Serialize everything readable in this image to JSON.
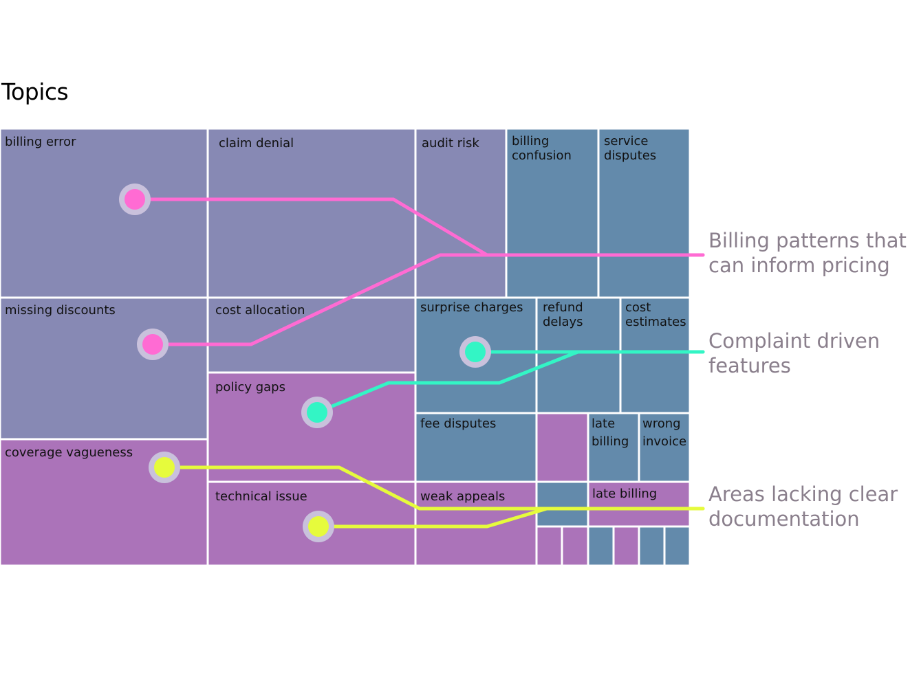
{
  "heading": "Topics",
  "colors": {
    "group_lavender": "#8789b4",
    "group_steel": "#638aab",
    "group_purple": "#ab73b9",
    "billing_line": "#ff6bd3",
    "feature_line": "#33f5c5",
    "documentation_line": "#e6fb3c",
    "marker_halo": "#c9c1dc",
    "callout_text": "#8a7f8c"
  },
  "tiles": {
    "billing_error": "billing error",
    "claim_denial": "claim denial",
    "audit_risk": "audit risk",
    "billing_confusion": [
      "billing",
      "confusion"
    ],
    "service_disputes": [
      "service",
      "disputes"
    ],
    "missing_discounts": "missing discounts",
    "cost_allocation": "cost allocation",
    "surprise_charges": "surprise charges",
    "refund_delays": [
      "refund",
      "delays"
    ],
    "cost_estimates": [
      "cost",
      "estimates"
    ],
    "policy_gaps": "policy gaps",
    "fee_disputes": "fee disputes",
    "late_billing_small": [
      "late",
      "billing"
    ],
    "wrong_invoice": [
      "wrong",
      "invoice"
    ],
    "coverage_vagueness": "coverage vagueness",
    "technical_issue": "technical issue",
    "weak_appeals": "weak appeals",
    "late_billing": "late billing"
  },
  "callouts": {
    "billing_patterns": [
      "Billing patterns that",
      "can inform pricing"
    ],
    "complaint_features": [
      "Complaint driven",
      "features"
    ],
    "documentation": [
      "Areas lacking clear",
      "documentation"
    ]
  }
}
